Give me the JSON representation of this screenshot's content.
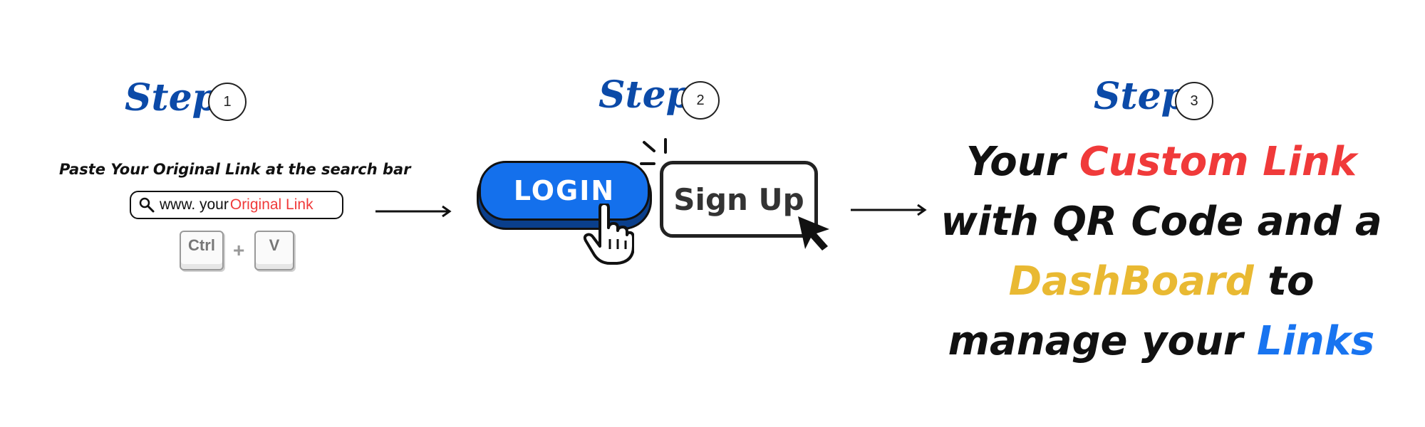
{
  "colors": {
    "step_blue": "#0b4aa8",
    "red": "#f03a3a",
    "yellow": "#e9b932",
    "blue": "#1874f0",
    "dark": "#111111"
  },
  "steps": [
    {
      "label": "Step",
      "number": "1"
    },
    {
      "label": "Step",
      "number": "2"
    },
    {
      "label": "Step",
      "number": "3"
    }
  ],
  "step1": {
    "instruction": "Paste Your Original Link at the search bar",
    "search": {
      "prefix": "www. your ",
      "highlight": "Original Link",
      "icon": "search-icon"
    },
    "keys": {
      "ctrl": "Ctrl",
      "plus": "+",
      "v": "V"
    }
  },
  "step2": {
    "login_label": "LOGIN",
    "signup_label": "Sign Up"
  },
  "step3": {
    "line1_a": "Your ",
    "line1_b": "Custom Link",
    "line2": "with QR Code and a",
    "line3_a": "DashBoard",
    "line3_b": " to",
    "line4_a": "manage your ",
    "line4_b": "Links"
  }
}
